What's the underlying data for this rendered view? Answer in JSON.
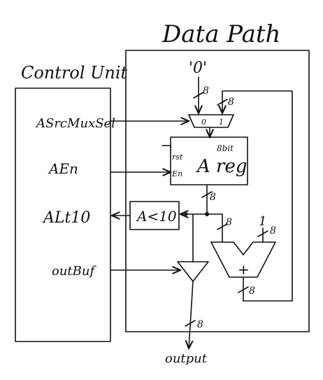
{
  "titles": {
    "data_path": "Data Path",
    "control_unit": "Control Unit"
  },
  "control_signals": {
    "asrc_mux_sel": "ASrcMuxSel",
    "a_en": "AEn",
    "a_lt_10": "ALt10",
    "out_buf": "outBuf"
  },
  "blocks": {
    "mux_const": "'0'",
    "mux_input_0": "0",
    "mux_input_1": "1",
    "a_reg_label": "A reg",
    "a_reg_width": "8bit",
    "a_reg_rst": "rst",
    "a_reg_en": "En",
    "comparator_label": "A<10",
    "adder_const": "1",
    "adder_op": "+"
  },
  "bus_widths": {
    "mux_to_input": "8",
    "feedback": "8",
    "reg_out": "8",
    "adder_in_a": "8",
    "adder_in_b": "8",
    "adder_out": "8",
    "output": "8"
  },
  "output_label": "output",
  "colors": {
    "ink": "#111111",
    "background": "#ffffff"
  }
}
